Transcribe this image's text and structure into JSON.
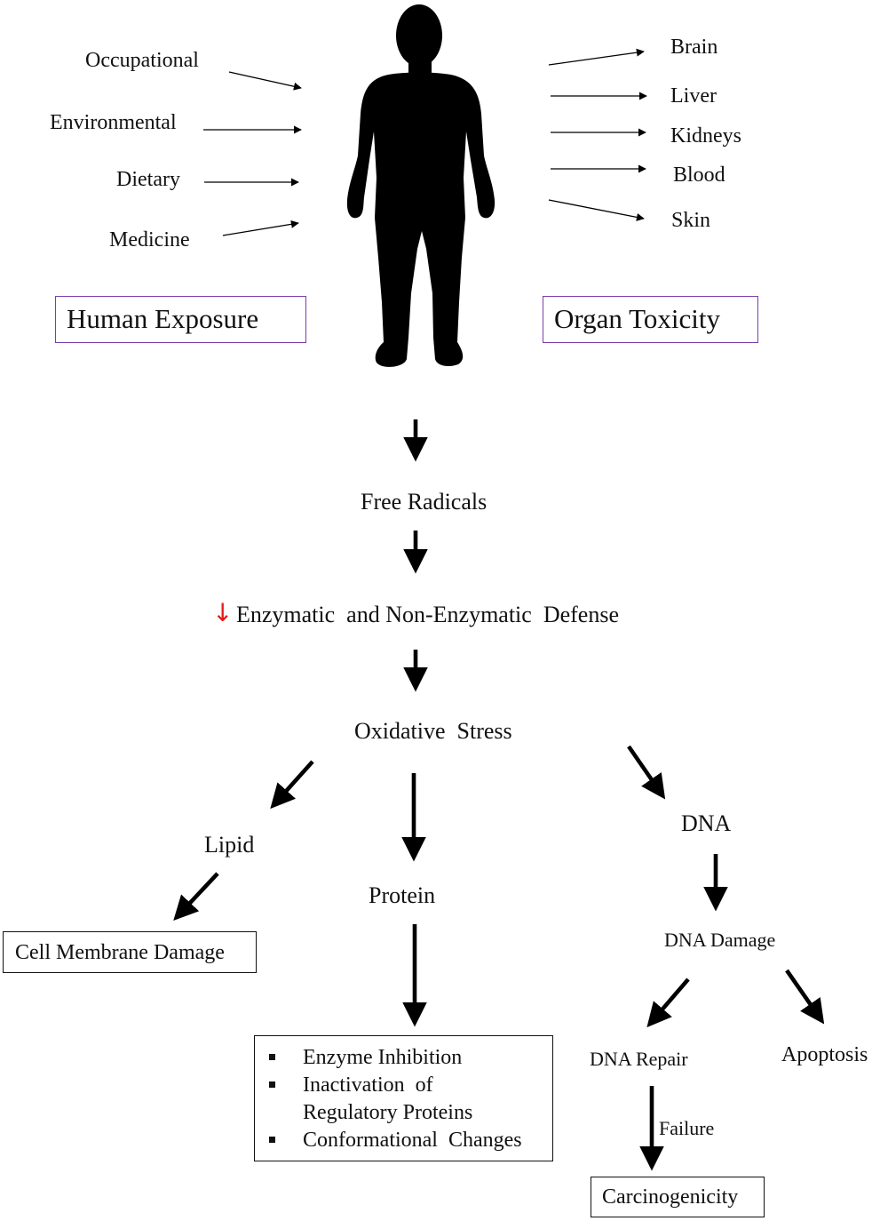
{
  "exposure": {
    "sources": [
      "Occupational",
      "Environmental",
      "Dietary",
      "Medicine"
    ],
    "box_label": "Human Exposure"
  },
  "toxicity": {
    "organs": [
      "Brain",
      "Liver",
      "Kidneys",
      "Blood",
      "Skin"
    ],
    "box_label": "Organ Toxicity"
  },
  "flow": {
    "free_radicals": "Free Radicals",
    "defense_arrow": "↓",
    "defense": "Enzymatic  and Non-Enzymatic  Defense",
    "oxidative_stress": "Oxidative  Stress"
  },
  "branches": {
    "lipid": {
      "label": "Lipid",
      "outcome": "Cell Membrane Damage"
    },
    "protein": {
      "label": "Protein",
      "outcomes": [
        "Enzyme Inhibition",
        "Inactivation  of",
        "Regulatory Proteins",
        "Conformational  Changes"
      ]
    },
    "dna": {
      "label": "DNA",
      "damage": "DNA Damage",
      "repair": "DNA Repair",
      "apoptosis": "Apoptosis",
      "failure": "Failure",
      "carcinogenicity": "Carcinogenicity"
    }
  },
  "colors": {
    "exposure_box_border": "#7a3ea8",
    "defense_arrow": "#e21b1b",
    "silhouette": "#000000"
  },
  "icons": {
    "figure": "human-silhouette-icon"
  }
}
